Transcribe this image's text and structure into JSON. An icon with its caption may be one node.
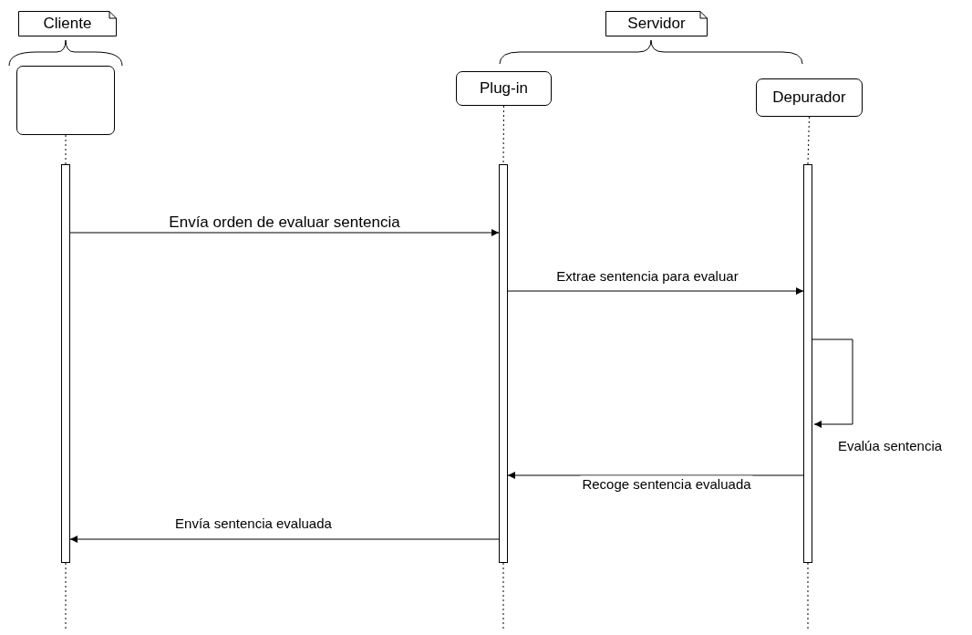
{
  "diagram": {
    "nodes": [
      {
        "text": [
          "Cliente"
        ]
      },
      {
        "text": [
          "Servidor"
        ]
      },
      {
        "text": [],
        "shape": "box"
      },
      {
        "text": [
          "Plug-in"
        ]
      },
      {
        "text": [
          "Depurador"
        ]
      },
      {
        "text": [],
        "shape": "bar"
      },
      {
        "text": [],
        "shape": "bar"
      },
      {
        "text": [],
        "shape": "bar"
      }
    ],
    "edges": [
      {
        "from": 2,
        "to": 5,
        "arrow": "none",
        "style": "dashed"
      },
      {
        "from": 3,
        "to": 6,
        "arrow": "none",
        "style": "dashed"
      },
      {
        "from": 4,
        "to": 7,
        "arrow": "none",
        "style": "dashed"
      },
      {
        "from": 5,
        "to": 6,
        "arrow": "to",
        "label": "Envía orden de evaluar sentencia"
      },
      {
        "from": 6,
        "to": 7,
        "arrow": "to",
        "label": "Extrae sentencia para evaluar"
      },
      {
        "from": 7,
        "to": 7,
        "arrow": "to",
        "label": "Evalúa sentencia"
      },
      {
        "from": 7,
        "to": 6,
        "arrow": "to",
        "label": "Recoge sentencia evaluada"
      },
      {
        "from": 6,
        "to": 5,
        "arrow": "to",
        "label": "Envía sentencia evaluada"
      }
    ]
  }
}
